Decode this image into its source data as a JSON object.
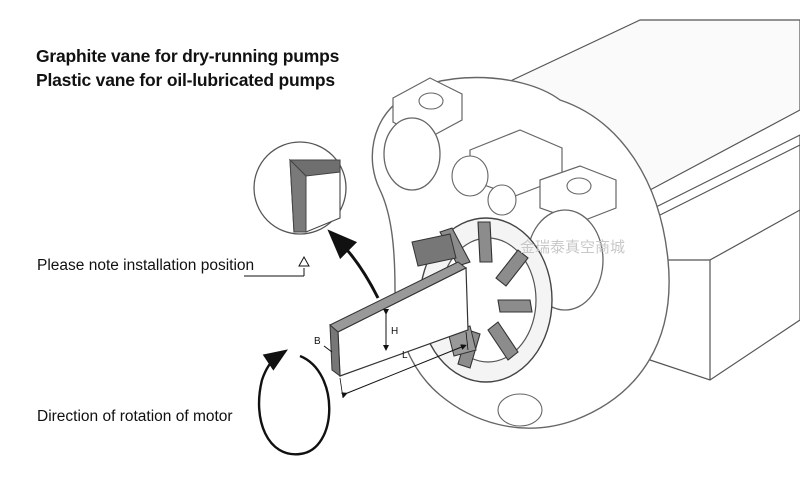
{
  "titles": {
    "line1": "Graphite vane for dry-running pumps",
    "line2": "Plastic vane for oil-lubricated pumps"
  },
  "notes": {
    "installation": "Please note installation position",
    "rotation": "Direction of rotation of motor"
  },
  "dimensions": {
    "height": "H",
    "length": "L",
    "breadth": "B"
  },
  "watermark": "金瑞泰真空商城"
}
